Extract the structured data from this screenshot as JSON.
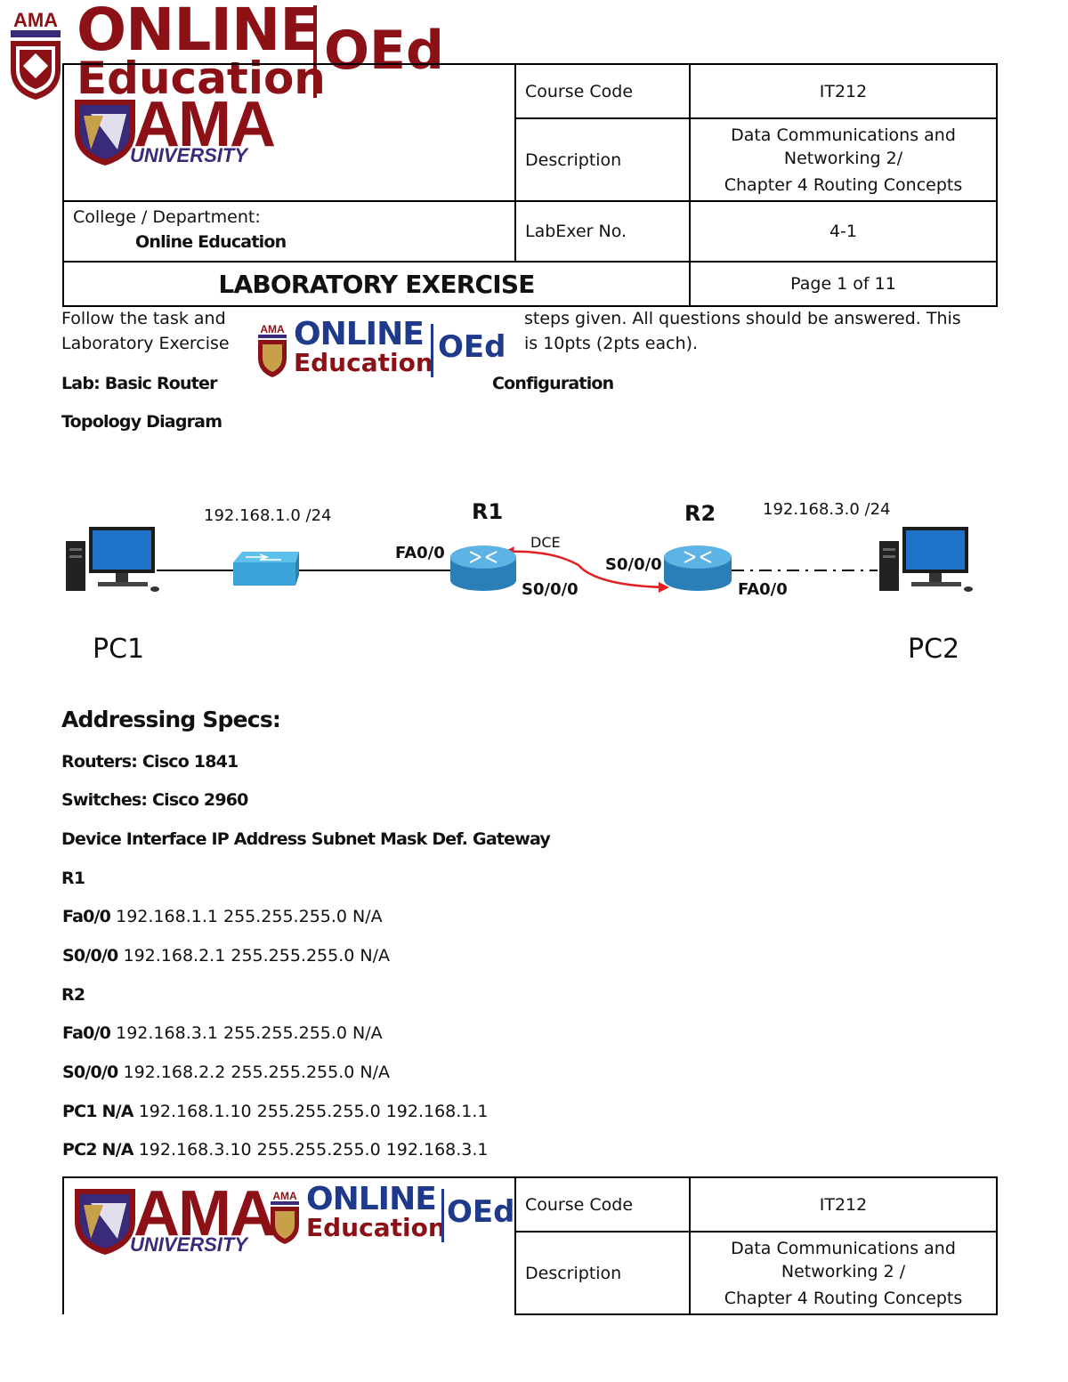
{
  "logos": {
    "online_word": "ONLINE",
    "education_word": "Education",
    "oed_word": "OEd",
    "ama_word": "AMA",
    "university_word": "UNIVERSITY",
    "seal_word": "AMA UNIVERSITY",
    "brand_color": "#8b1116"
  },
  "header": {
    "course_code_label": "Course Code",
    "course_code_value": "IT212",
    "description_label": "Description",
    "description_line1": "Data Communications and",
    "description_line2": "Networking 2/",
    "description_line3": "Chapter 4 Routing Concepts",
    "college_label": "College / Department:",
    "college_value": "Online Education",
    "labexer_label": "LabExer No.",
    "labexer_value": "4-1",
    "title": "LABORATORY EXERCISE",
    "page": "Page 1 of 11"
  },
  "intro": {
    "left_line1": "Follow the task and",
    "left_line2": "Laboratory Exercise",
    "right_line1": "steps given. All questions should be answered. This",
    "right_line2": "is 10pts (2pts each).",
    "lab_left": "Lab: Basic Router",
    "lab_right": "Configuration",
    "topology_heading": "Topology Diagram"
  },
  "diagram": {
    "net1": "192.168.1.0 /24",
    "net3": "192.168.3.0 /24",
    "r1": "R1",
    "r2": "R2",
    "dce": "DCE",
    "r1_fa": "FA0/0",
    "r1_s": "S0/0/0",
    "r2_s": "S0/0/0",
    "r2_fa": "FA0/0",
    "pc1": "PC1",
    "pc2": "PC2"
  },
  "specs": {
    "heading": "Addressing Specs:",
    "routers": "Routers: Cisco 1841",
    "switches": "Switches: Cisco 2960",
    "columns": "Device Interface IP Address Subnet Mask Def. Gateway",
    "r1": "R1",
    "r1_fa_if": "Fa0/0",
    "r1_fa_vals": "192.168.1.1 255.255.255.0 N/A",
    "r1_s_if": "S0/0/0",
    "r1_s_vals": "192.168.2.1 255.255.255.0 N/A",
    "r2": "R2",
    "r2_fa_if": "Fa0/0",
    "r2_fa_vals": "192.168.3.1 255.255.255.0 N/A",
    "r2_s_if": "S0/0/0",
    "r2_s_vals": "192.168.2.2 255.255.255.0 N/A",
    "pc1_if": "PC1 N/A",
    "pc1_vals": "192.168.1.10 255.255.255.0 192.168.1.1",
    "pc2_if": "PC2 N/A",
    "pc2_vals": "192.168.3.10 255.255.255.0 192.168.3.1"
  },
  "footer": {
    "course_code_label": "Course Code",
    "course_code_value": "IT212",
    "description_label": "Description",
    "description_line1": "Data Communications and",
    "description_line2": "Networking 2 /",
    "description_line3": "Chapter 4 Routing Concepts"
  }
}
